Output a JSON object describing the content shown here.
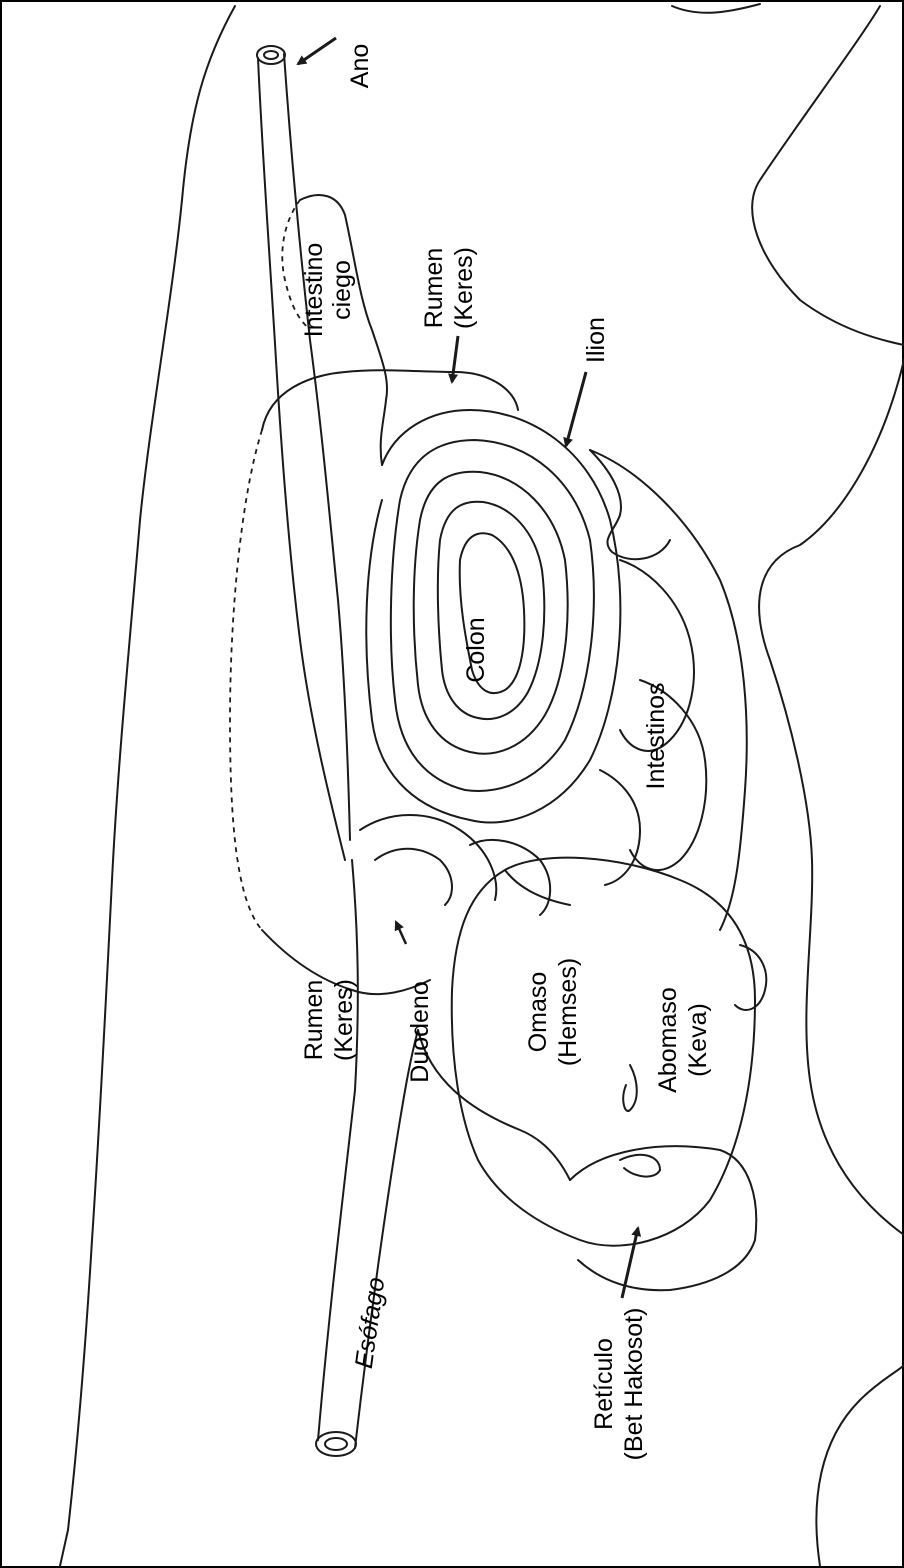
{
  "labels": {
    "ano": "Ano",
    "intestino_ciego": [
      "Intestino",
      "ciego"
    ],
    "rumen_top": [
      "Rumen",
      "(Keres)"
    ],
    "ilion": "Ilion",
    "colon": "Colon",
    "intestinos": "Intestinos",
    "rumen_bottom": [
      "Rumen",
      "(Keres)"
    ],
    "duodeno": "Duodeno",
    "omaso": [
      "Omaso",
      "(Hemses)"
    ],
    "abomaso": [
      "Abomaso",
      "(Keva)"
    ],
    "esofago": "Esófago",
    "reticulo": [
      "Retículo",
      "(Bet Hakosot)"
    ]
  },
  "colors": {
    "line": "#1a1a1a",
    "text": "#000000",
    "background": "#ffffff"
  }
}
